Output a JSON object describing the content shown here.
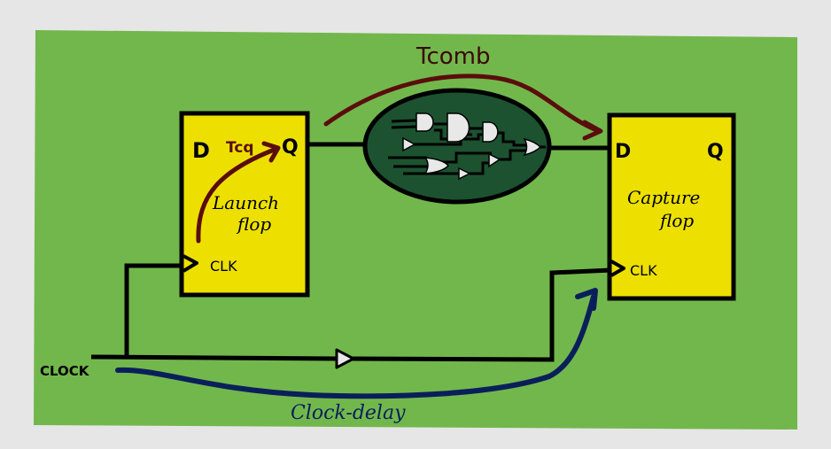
{
  "colors": {
    "page_background": "#e6e6e6",
    "board": "#72b74c",
    "flop_fill": "#ede000",
    "wire": "#000000",
    "comb_cloud": "#1c5230",
    "gate_fill": "#e8e8e8",
    "tcomb_arrow": "#5a0d0d",
    "tcq_arrow": "#5a0d0d",
    "clock_delay_arrow": "#0a1f5a"
  },
  "launch_flop": {
    "d_label": "D",
    "q_label": "Q",
    "clk_label": "CLK",
    "name_line1": "Launch",
    "name_line2": "flop",
    "tcq_label": "Tcq"
  },
  "capture_flop": {
    "d_label": "D",
    "q_label": "Q",
    "clk_label": "CLK",
    "name_line1": "Capture",
    "name_line2": "flop"
  },
  "combinational_logic": {
    "label": "Tcomb",
    "gates": [
      "and-gate",
      "and-gate",
      "and-gate",
      "buffer",
      "or-gate",
      "buffer",
      "buffer",
      "or-gate"
    ]
  },
  "clock": {
    "label": "CLOCK",
    "buffer_icon": "buffer-icon",
    "delay_label": "Clock-delay"
  }
}
